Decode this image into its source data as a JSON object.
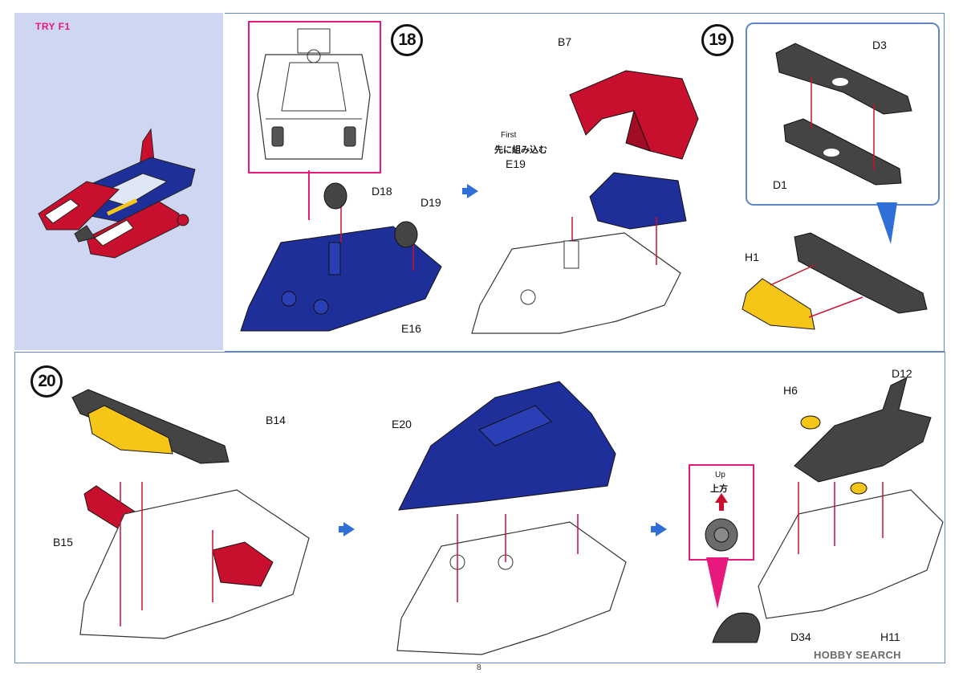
{
  "preview": {
    "title": "TRY F1"
  },
  "steps": {
    "s18": {
      "number": "18"
    },
    "s19": {
      "number": "19"
    },
    "s20": {
      "number": "20"
    }
  },
  "parts": {
    "d18": "D18",
    "d19": "D19",
    "e16": "E16",
    "b7": "B7",
    "e19": "E19",
    "d3": "D3",
    "d1": "D1",
    "h1": "H1",
    "b14": "B14",
    "b15": "B15",
    "e20": "E20",
    "h6": "H6",
    "d12": "D12",
    "d34": "D34",
    "h11": "H11"
  },
  "notes": {
    "first_en": "First",
    "first_jp": "先に組み込む",
    "up_en": "Up",
    "up_jp": "上方"
  },
  "footer": {
    "page_number": "8",
    "watermark": "HOBBY SEARCH"
  },
  "colors": {
    "red": "#c8102e",
    "blue": "#1f2f9a",
    "yellow": "#f5c518",
    "dark": "#444444",
    "frame": "#5f86c8",
    "callout_pink": "#e8197d",
    "arrow_blue": "#2f6fd8"
  },
  "icons": [
    "step-arrow-icon",
    "up-arrow-icon"
  ]
}
